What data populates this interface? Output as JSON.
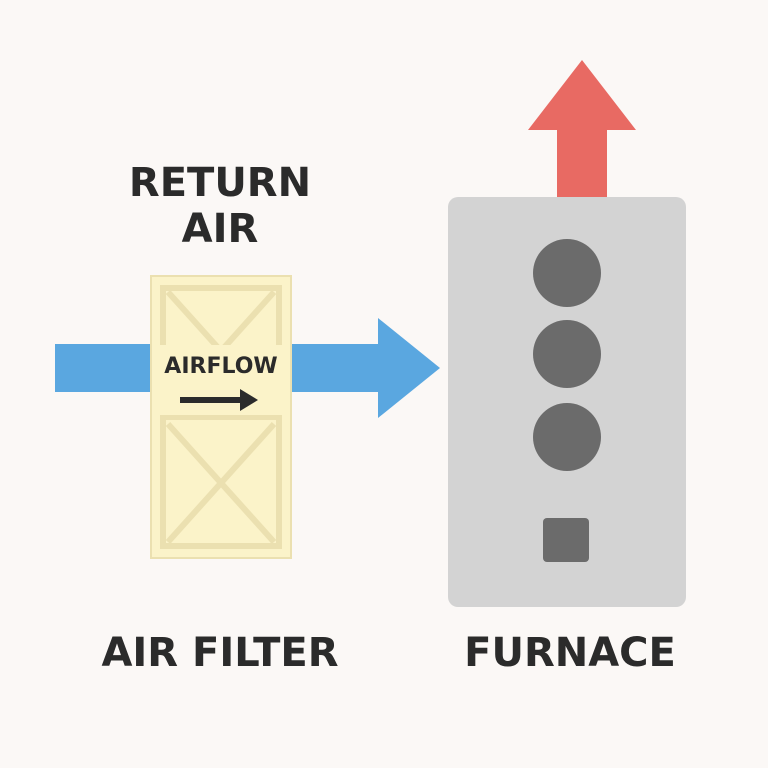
{
  "labels": {
    "return_air_line1": "RETURN",
    "return_air_line2": "AIR",
    "airflow": "AIRFLOW",
    "air_filter": "AIR FILTER",
    "furnace": "FURNACE"
  },
  "colors": {
    "background": "#fbf8f6",
    "return_air_arrow": "#5aa7e0",
    "hot_air_arrow": "#e86a63",
    "filter_fill": "#fbf3c9",
    "filter_frame": "#ebe0b0",
    "furnace_body": "#d3d3d3",
    "furnace_dots": "#6b6b6b",
    "text": "#2b2b2b"
  },
  "icons": {
    "return_air_arrow": "right-arrow-icon",
    "hot_air_arrow": "up-arrow-icon",
    "airflow_arrow": "right-arrow-icon"
  }
}
